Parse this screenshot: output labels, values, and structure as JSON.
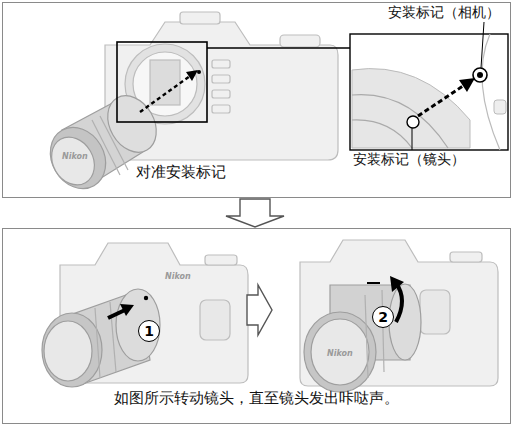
{
  "diagram": {
    "nodes": [
      {
        "text": [
          "对准安装标记"
        ]
      },
      {
        "text": [
          "如图所示转动镜头，直至镜头发出咔哒声。"
        ]
      },
      {
        "text": [
          "1"
        ],
        "in": 1
      },
      {
        "text": [
          "2"
        ],
        "in": 1
      }
    ],
    "edges": [
      {
        "from": 0,
        "to": 1,
        "arrow": "to"
      }
    ],
    "labels": [
      "安装标记（相机）",
      "安装标记（镜头）",
      "Nikon",
      "Nikon",
      "Nikon"
    ]
  }
}
